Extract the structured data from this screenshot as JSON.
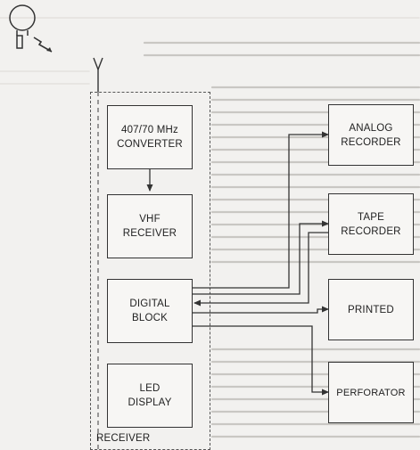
{
  "diagram": {
    "receiver_label": "RECEIVER",
    "blocks": {
      "converter": "407/70 MHz\nCONVERTER",
      "vhf_receiver": "VHF\nRECEIVER",
      "digital_block": "DIGITAL\nBLOCK",
      "led_display": "LED\nDISPLAY",
      "analog_recorder": "ANALOG\nRECORDER",
      "tape_recorder": "TAPE\nRECORDER",
      "printed": "PRINTED",
      "perforator": "PERFORATOR"
    }
  },
  "icons": {
    "satellite": "satellite-icon",
    "antenna": "antenna-icon"
  }
}
